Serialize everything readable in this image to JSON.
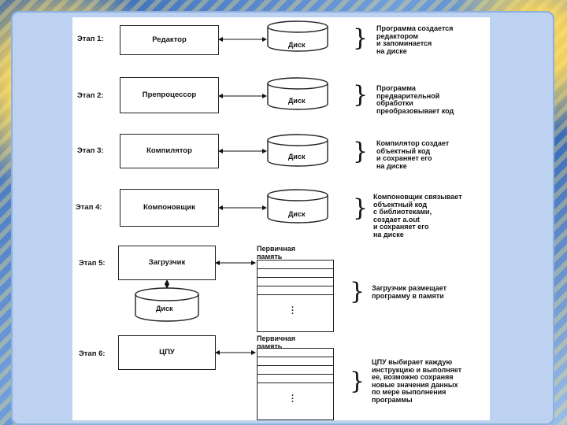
{
  "stages": [
    {
      "label": "Этап 1:",
      "box": "Редактор",
      "disk": "Диск",
      "note": "Программа создается\nредактором\nи запоминается\nна диске"
    },
    {
      "label": "Этап 2:",
      "box": "Препроцессор",
      "disk": "Диск",
      "note": "Программа\nпредварительной\nобработки\nпреобразовывает код"
    },
    {
      "label": "Этап 3:",
      "box": "Компилятор",
      "disk": "Диск",
      "note": "Компилятор создает\nобъектный код\nи сохраняет его\nна диске"
    },
    {
      "label": "Этап 4:",
      "box": "Компоновщик",
      "disk": "Диск",
      "note": "Компоновщик связывает\nобъектный код\nс библиотеками,\nсоздает a.out\nи сохраняет его\nна диске"
    },
    {
      "label": "Этап 5:",
      "box": "Загрузчик",
      "disk": "Диск",
      "memory_title": "Первичная\nпамять",
      "note": "Загрузчик размещает\nпрограмму в памяти"
    },
    {
      "label": "Этап 6:",
      "box": "ЦПУ",
      "memory_title": "Первичная\nпамять",
      "note": "ЦПУ выбирает каждую\nинструкцию и выполняет\nее, возможно сохраняя\nновые значения данных\nпо мере выполнения\nпрограммы"
    }
  ]
}
